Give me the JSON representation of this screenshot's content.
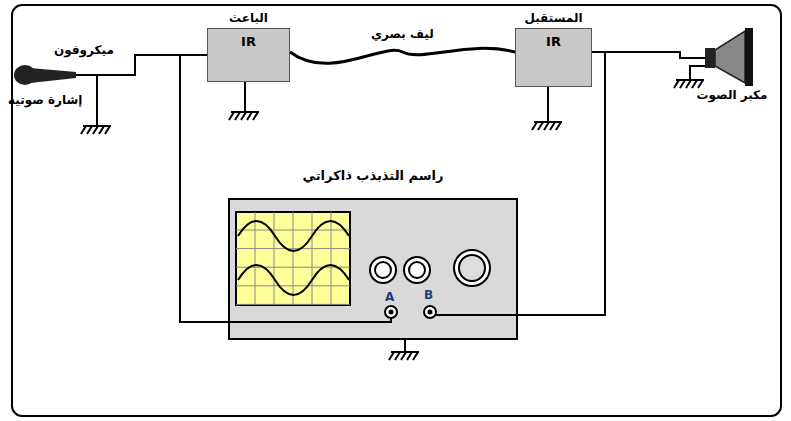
{
  "diagram": {
    "nodes": [
      {
        "text": [
          "ميكروفون",
          "إشارة صوتيه"
        ]
      },
      {
        "text": [
          "الباعث",
          "IR"
        ]
      },
      {
        "text": [
          "المستقبل",
          "IR"
        ]
      },
      {
        "text": [
          "مكبر الصوت"
        ]
      },
      {
        "text": [
          "راسم التذبذب ذاكراتي",
          "A",
          "B"
        ]
      }
    ],
    "edges": [
      {
        "from": 0,
        "to": 1,
        "arrow": "none"
      },
      {
        "from": 1,
        "to": 2,
        "label": "ليف بصري",
        "arrow": "none"
      },
      {
        "from": 1,
        "to": 4,
        "arrow": "none"
      },
      {
        "from": 2,
        "to": 3,
        "arrow": "none"
      },
      {
        "from": 2,
        "to": 4,
        "arrow": "none"
      }
    ]
  }
}
